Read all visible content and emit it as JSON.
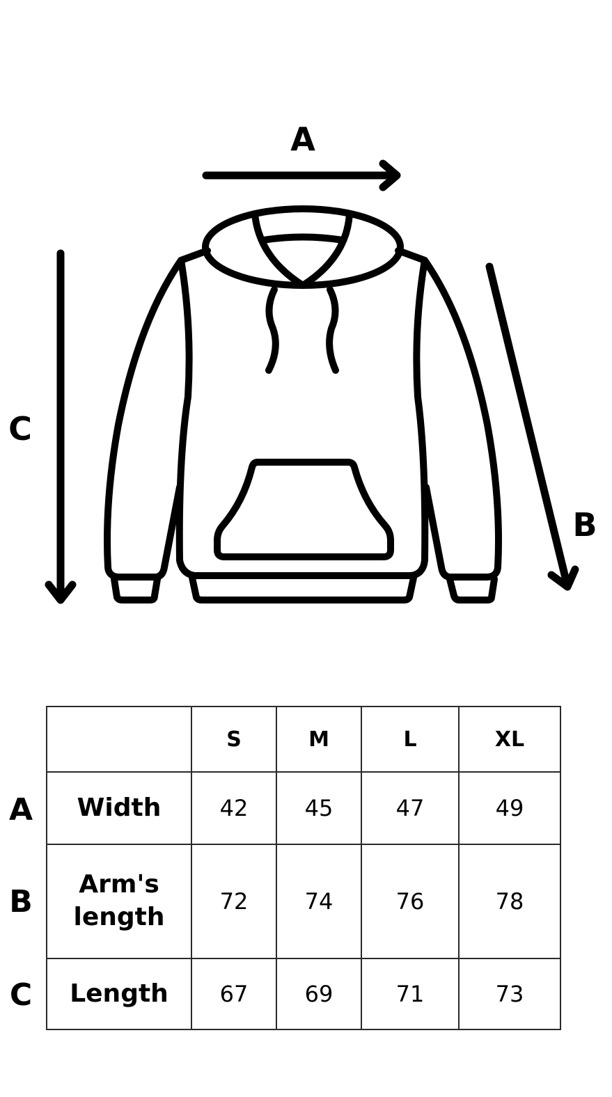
{
  "dimensions": {
    "a": "A",
    "b": "B",
    "c": "C"
  },
  "table": {
    "sizes": [
      "S",
      "M",
      "L",
      "XL"
    ],
    "rows": [
      {
        "letter": "A",
        "label": "Width",
        "values": [
          "42",
          "45",
          "47",
          "49"
        ]
      },
      {
        "letter": "B",
        "label": "Arm's length",
        "values": [
          "72",
          "74",
          "76",
          "78"
        ]
      },
      {
        "letter": "C",
        "label": "Length",
        "values": [
          "67",
          "69",
          "71",
          "73"
        ]
      }
    ]
  },
  "colors": {
    "ink": "#000000",
    "background": "#ffffff",
    "grid": "#2a2a2a"
  },
  "icons": [
    "hoodie-icon",
    "arrow-right-icon",
    "arrow-down-icon",
    "arrow-diagonal-icon"
  ]
}
